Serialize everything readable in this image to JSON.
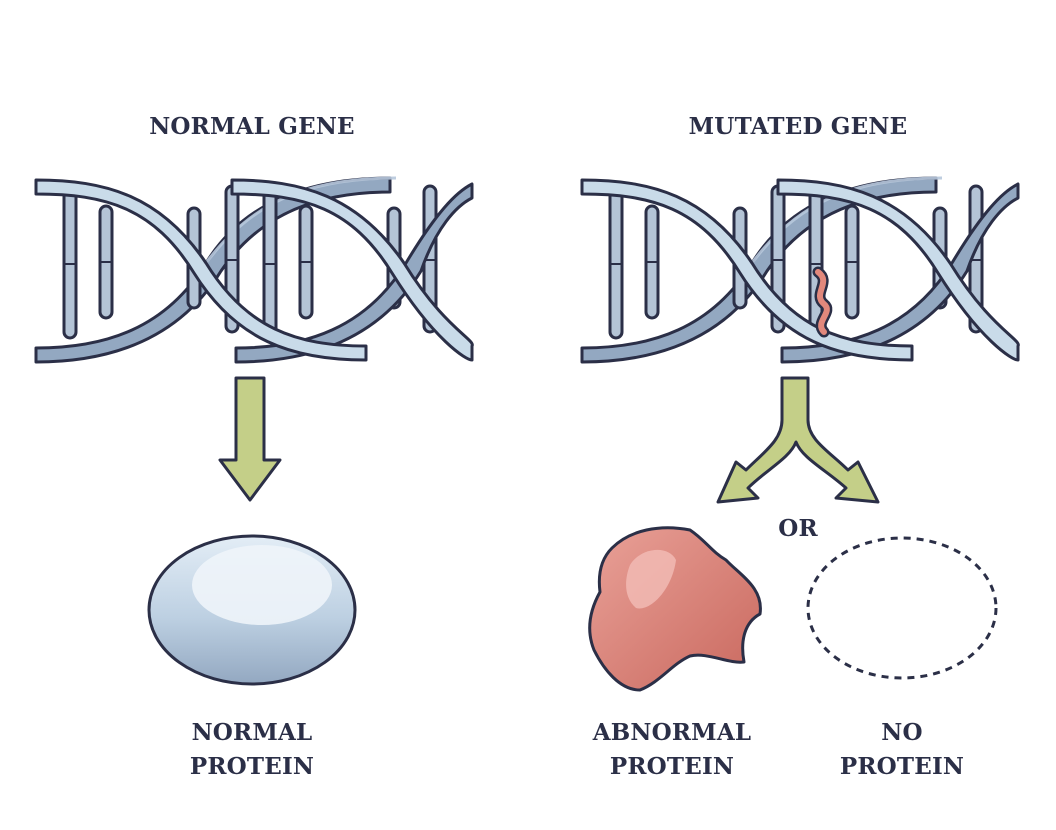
{
  "titles": {
    "normal_gene": "NORMAL GENE",
    "mutated_gene": "MUTATED GENE"
  },
  "connector": "OR",
  "outcomes": {
    "normal_protein": {
      "line1": "NORMAL",
      "line2": "PROTEIN"
    },
    "abnormal_protein": {
      "line1": "ABNORMAL",
      "line2": "PROTEIN"
    },
    "no_protein": {
      "line1": "NO",
      "line2": "PROTEIN"
    }
  },
  "colors": {
    "outline": "#2b2f47",
    "strand_light": "#c9dbe9",
    "strand_dark": "#93a8c1",
    "rung": "#b4c4d6",
    "arrow": "#c4cf88",
    "normal_protein": "#bdd0e2",
    "abnormal_protein": "#d4796e",
    "mutation": "#e2887c"
  }
}
